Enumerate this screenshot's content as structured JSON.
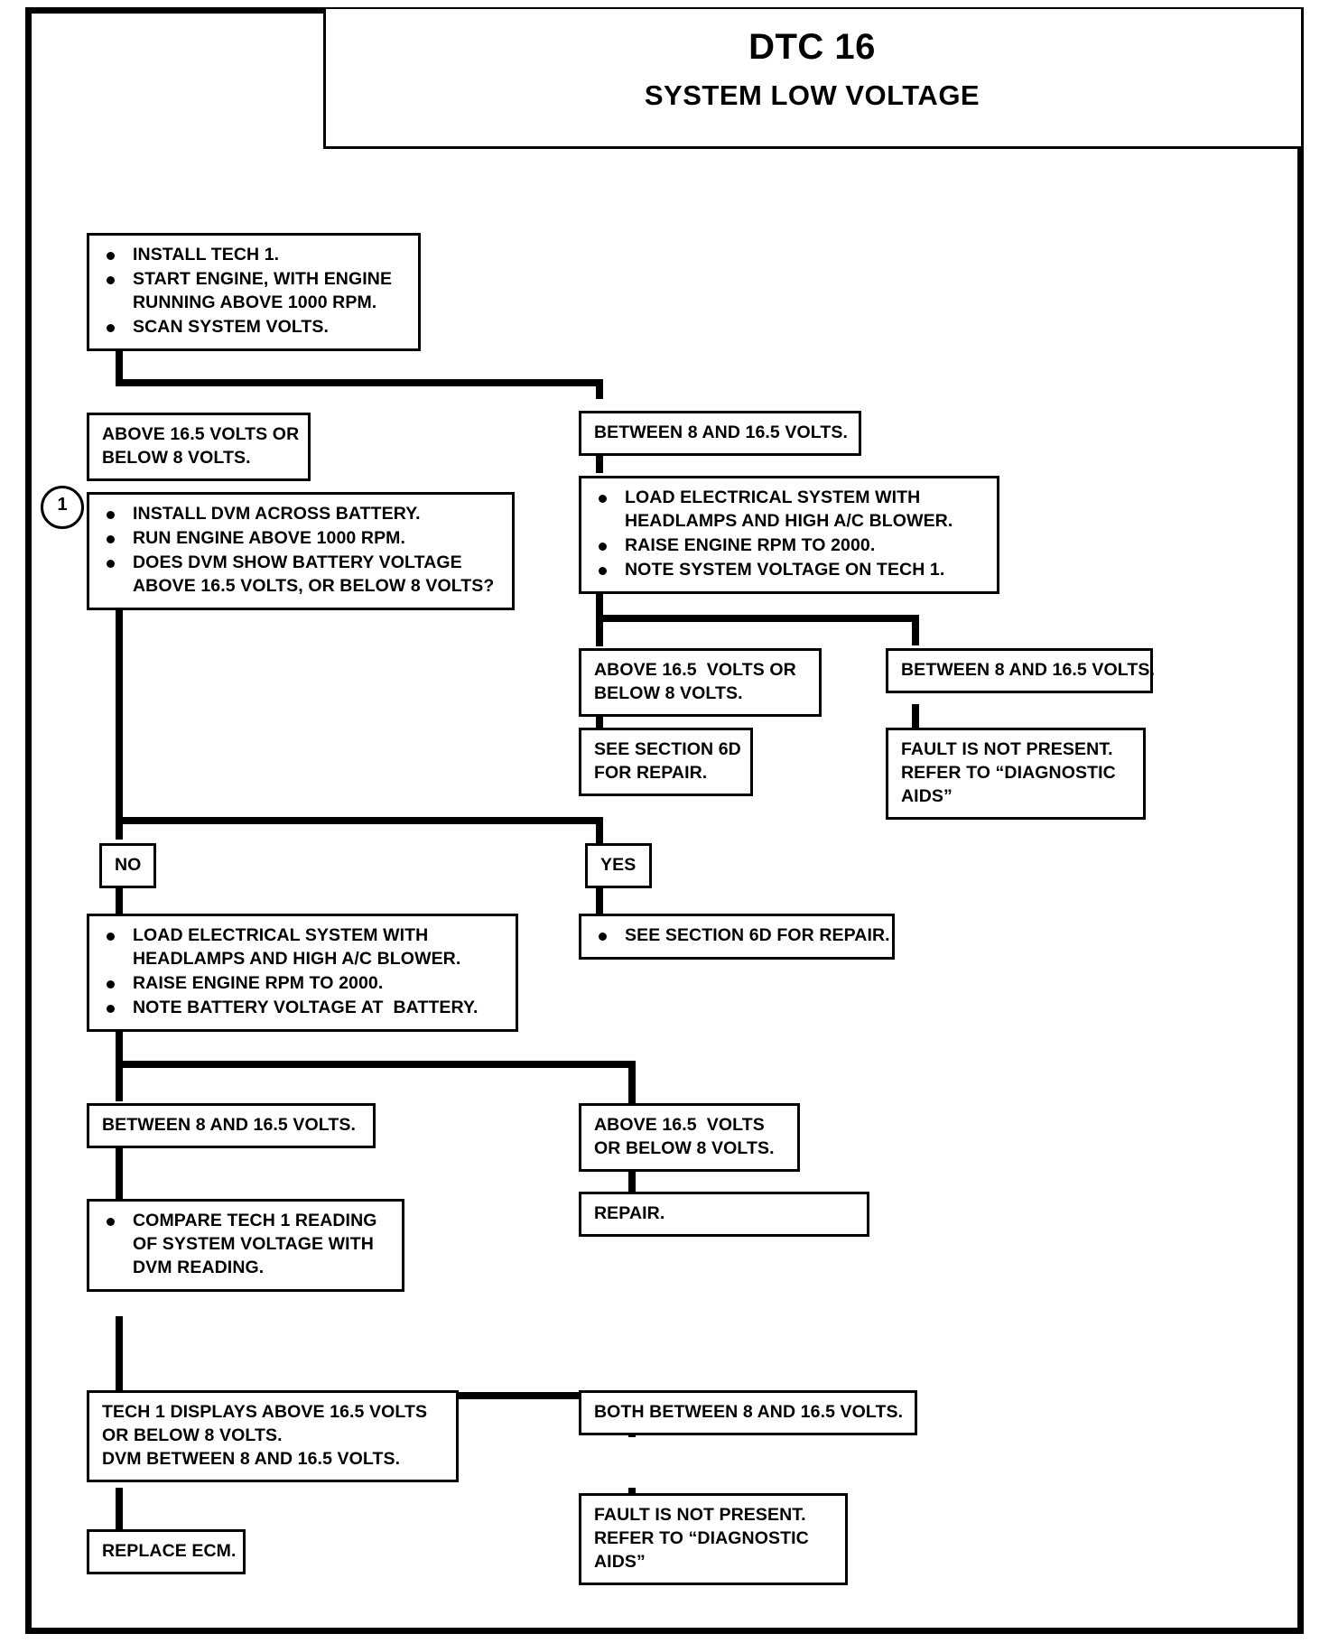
{
  "header": {
    "code": "DTC 16",
    "description": "SYSTEM LOW VOLTAGE"
  },
  "markers": {
    "ref_one": "1"
  },
  "nodes": {
    "start": {
      "name": "install-tech-1",
      "bullets": [
        [
          "INSTALL TECH 1."
        ],
        [
          "START ENGINE, WITH ENGINE",
          "RUNNING ABOVE 1000 RPM."
        ],
        [
          "SCAN SYSTEM VOLTS."
        ]
      ]
    },
    "branch_out_of_range": {
      "name": "above-or-below-range",
      "lines": [
        "ABOVE 16.5 VOLTS OR",
        "BELOW 8 VOLTS."
      ]
    },
    "branch_in_range": {
      "name": "between-8-and-16-5",
      "lines": [
        "BETWEEN 8 AND 16.5 VOLTS."
      ]
    },
    "dvm_check": {
      "name": "install-dvm-across-battery",
      "bullets": [
        [
          "INSTALL DVM ACROSS BATTERY."
        ],
        [
          "RUN ENGINE ABOVE 1000 RPM."
        ],
        [
          "DOES DVM SHOW BATTERY VOLTAGE",
          "ABOVE 16.5 VOLTS, OR BELOW 8 VOLTS?"
        ]
      ]
    },
    "load_system_right": {
      "name": "load-electrical-system-tech1",
      "bullets": [
        [
          "LOAD ELECTRICAL SYSTEM WITH",
          "HEADLAMPS AND HIGH A/C BLOWER."
        ],
        [
          "RAISE ENGINE RPM TO 2000."
        ],
        [
          "NOTE SYSTEM VOLTAGE ON TECH 1."
        ]
      ]
    },
    "right_out_of_range": {
      "name": "above-16-5-or-below-8-loaded",
      "lines": [
        "ABOVE 16.5  VOLTS OR",
        "BELOW 8 VOLTS."
      ]
    },
    "right_in_range": {
      "name": "between-8-and-16-5-loaded",
      "lines": [
        "BETWEEN 8 AND 16.5 VOLTS."
      ]
    },
    "see_section_6d": {
      "name": "see-section-6d-for-repair",
      "lines": [
        "SEE SECTION 6D",
        "FOR REPAIR."
      ]
    },
    "fault_not_present_top": {
      "name": "fault-not-present-diagnostic-aids",
      "lines": [
        "FAULT IS NOT PRESENT.",
        "REFER TO “DIAGNOSTIC",
        "AIDS”"
      ]
    },
    "answer_no": {
      "name": "answer-no",
      "lines": [
        "NO"
      ]
    },
    "answer_yes": {
      "name": "answer-yes",
      "lines": [
        "YES"
      ]
    },
    "yes_result": {
      "name": "see-section-6d-for-repair-yes",
      "bullets": [
        [
          "SEE SECTION 6D FOR REPAIR."
        ]
      ]
    },
    "load_system_left": {
      "name": "load-electrical-system-battery",
      "bullets": [
        [
          "LOAD ELECTRICAL SYSTEM WITH",
          "HEADLAMPS AND HIGH A/C BLOWER."
        ],
        [
          "RAISE ENGINE RPM TO 2000."
        ],
        [
          "NOTE BATTERY VOLTAGE AT  BATTERY."
        ]
      ]
    },
    "left_in_range": {
      "name": "between-8-and-16-5-battery",
      "lines": [
        "BETWEEN 8 AND 16.5 VOLTS."
      ]
    },
    "left_out_of_range": {
      "name": "above-16-5-or-below-8-battery",
      "lines": [
        "ABOVE 16.5  VOLTS",
        "OR BELOW 8 VOLTS."
      ]
    },
    "repair": {
      "name": "repair",
      "lines": [
        "REPAIR."
      ]
    },
    "compare": {
      "name": "compare-tech-1-with-dvm",
      "bullets": [
        [
          "COMPARE TECH 1 READING",
          "OF SYSTEM VOLTAGE WITH",
          "DVM READING."
        ]
      ]
    },
    "tech1_mismatch": {
      "name": "tech-1-displays-out-of-range",
      "lines": [
        "TECH 1 DISPLAYS ABOVE 16.5 VOLTS",
        "OR BELOW 8 VOLTS.",
        "DVM BETWEEN 8 AND 16.5 VOLTS."
      ]
    },
    "both_in_range": {
      "name": "both-between-8-and-16-5",
      "lines": [
        "BOTH BETWEEN 8 AND 16.5 VOLTS."
      ]
    },
    "replace_ecm": {
      "name": "replace-ecm",
      "lines": [
        "REPLACE ECM."
      ]
    },
    "fault_not_present_bottom": {
      "name": "fault-not-present-diagnostic-aids-bottom",
      "lines": [
        "FAULT IS NOT PRESENT.",
        "REFER TO “DIAGNOSTIC",
        "AIDS”"
      ]
    }
  },
  "chart_data": {
    "type": "flowchart",
    "title": "DTC 16 - SYSTEM LOW VOLTAGE",
    "nodes": [
      {
        "id": "start",
        "text": "INSTALL TECH 1. / START ENGINE, WITH ENGINE RUNNING ABOVE 1000 RPM. / SCAN SYSTEM VOLTS."
      },
      {
        "id": "branch_out_of_range",
        "text": "ABOVE 16.5 VOLTS OR BELOW 8 VOLTS."
      },
      {
        "id": "branch_in_range",
        "text": "BETWEEN 8 AND 16.5 VOLTS."
      },
      {
        "id": "dvm_check",
        "text": "INSTALL DVM ACROSS BATTERY. / RUN ENGINE ABOVE 1000 RPM. / DOES DVM SHOW BATTERY VOLTAGE ABOVE 16.5 VOLTS, OR BELOW 8 VOLTS?"
      },
      {
        "id": "load_system_right",
        "text": "LOAD ELECTRICAL SYSTEM WITH HEADLAMPS AND HIGH A/C BLOWER. / RAISE ENGINE RPM TO 2000. / NOTE SYSTEM VOLTAGE ON TECH 1."
      },
      {
        "id": "right_out_of_range",
        "text": "ABOVE 16.5 VOLTS OR BELOW 8 VOLTS."
      },
      {
        "id": "right_in_range",
        "text": "BETWEEN 8 AND 16.5 VOLTS."
      },
      {
        "id": "see_section_6d",
        "text": "SEE SECTION 6D FOR REPAIR."
      },
      {
        "id": "fault_not_present_top",
        "text": "FAULT IS NOT PRESENT. REFER TO “DIAGNOSTIC AIDS”"
      },
      {
        "id": "answer_no",
        "text": "NO"
      },
      {
        "id": "answer_yes",
        "text": "YES"
      },
      {
        "id": "yes_result",
        "text": "SEE SECTION 6D FOR REPAIR."
      },
      {
        "id": "load_system_left",
        "text": "LOAD ELECTRICAL SYSTEM WITH HEADLAMPS AND HIGH A/C BLOWER. / RAISE ENGINE RPM TO 2000. / NOTE BATTERY VOLTAGE AT BATTERY."
      },
      {
        "id": "left_in_range",
        "text": "BETWEEN 8 AND 16.5 VOLTS."
      },
      {
        "id": "left_out_of_range",
        "text": "ABOVE 16.5 VOLTS OR BELOW 8 VOLTS."
      },
      {
        "id": "repair",
        "text": "REPAIR."
      },
      {
        "id": "compare",
        "text": "COMPARE TECH 1 READING OF SYSTEM VOLTAGE WITH DVM READING."
      },
      {
        "id": "tech1_mismatch",
        "text": "TECH 1 DISPLAYS ABOVE 16.5 VOLTS OR BELOW 8 VOLTS. DVM BETWEEN 8 AND 16.5 VOLTS."
      },
      {
        "id": "both_in_range",
        "text": "BOTH BETWEEN 8 AND 16.5 VOLTS."
      },
      {
        "id": "replace_ecm",
        "text": "REPLACE ECM."
      },
      {
        "id": "fault_not_present_bottom",
        "text": "FAULT IS NOT PRESENT. REFER TO “DIAGNOSTIC AIDS”"
      }
    ],
    "edges": [
      {
        "from": "start",
        "to": "branch_out_of_range"
      },
      {
        "from": "start",
        "to": "branch_in_range"
      },
      {
        "from": "branch_out_of_range",
        "to": "dvm_check"
      },
      {
        "from": "branch_in_range",
        "to": "load_system_right"
      },
      {
        "from": "load_system_right",
        "to": "right_out_of_range"
      },
      {
        "from": "load_system_right",
        "to": "right_in_range"
      },
      {
        "from": "right_out_of_range",
        "to": "see_section_6d"
      },
      {
        "from": "right_in_range",
        "to": "fault_not_present_top"
      },
      {
        "from": "dvm_check",
        "to": "answer_no"
      },
      {
        "from": "dvm_check",
        "to": "answer_yes"
      },
      {
        "from": "answer_yes",
        "to": "yes_result"
      },
      {
        "from": "answer_no",
        "to": "load_system_left"
      },
      {
        "from": "load_system_left",
        "to": "left_in_range"
      },
      {
        "from": "load_system_left",
        "to": "left_out_of_range"
      },
      {
        "from": "left_out_of_range",
        "to": "repair"
      },
      {
        "from": "left_in_range",
        "to": "compare"
      },
      {
        "from": "compare",
        "to": "tech1_mismatch"
      },
      {
        "from": "compare",
        "to": "both_in_range"
      },
      {
        "from": "tech1_mismatch",
        "to": "replace_ecm"
      },
      {
        "from": "both_in_range",
        "to": "fault_not_present_bottom"
      }
    ]
  }
}
